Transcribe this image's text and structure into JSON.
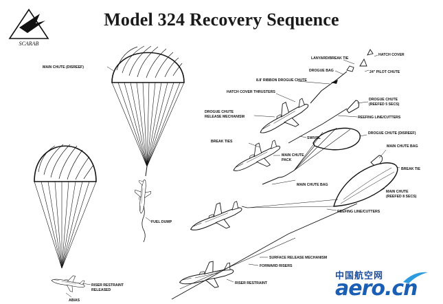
{
  "title": "Model 324 Recovery Sequence",
  "logo": {
    "text": "SCARAB"
  },
  "labels": {
    "main_chute_disreef": "MAIN CHUTE (DISREEF)",
    "fuel_dump": "FUEL DUMP",
    "riser_restraint_released_1": "RISER RESTRAINT",
    "riser_restraint_released_2": "RELEASED",
    "abias": "ABIAS",
    "lanyard_break_tie": "LANYARD/BREAK TIE",
    "hatch_cover": "HATCH COVER",
    "drogue_bag": "DROGUE BAG",
    "pilot_chute": "24\" PILOT CHUTE",
    "ribbon_drogue": "8.8' RIBBON DROGUE CHUTE",
    "hatch_cover_thrusters": "HATCH COVER THRUSTERS",
    "drogue_chute_reefed_1": "DROGUE CHUTE",
    "drogue_chute_reefed_2": "(REEFED 5 SECS)",
    "drogue_release_1": "DROGUE CHUTE",
    "drogue_release_2": "RELEASE MECHANISM",
    "reefing_line_cutters_1": "REEFING LINE/CUTTERS",
    "drogue_chute_disreef": "DROGUE CHUTE (DISREEF)",
    "break_ties": "BREAK TIES",
    "swivel": "SWIVEL",
    "main_chute_pack_1": "MAIN CHUTE",
    "main_chute_pack_2": "PACK",
    "main_chute_bag_1": "MAIN CHUTE BAG",
    "break_tie": "BREAK TIE",
    "main_chute_bag_2": "MAIN CHUTE BAG",
    "main_chute_reefed_1": "MAIN CHUTE",
    "main_chute_reefed_2": "(REEFED 8 SECS)",
    "reefing_line_cutters_2": "REEFING LINE/CUTTERS",
    "surface_release": "SURFACE RELEASE MECHANISM",
    "forward_risers": "FORWARD RISERS",
    "riser_restraint": "RISER RESTRAINT"
  },
  "watermark": {
    "cn": "中国航空网",
    "en": "aero.cn"
  },
  "colors": {
    "ink": "#111111",
    "watermark_blue": "#1a5fb4",
    "watermark_accent": "#2c9be0"
  }
}
